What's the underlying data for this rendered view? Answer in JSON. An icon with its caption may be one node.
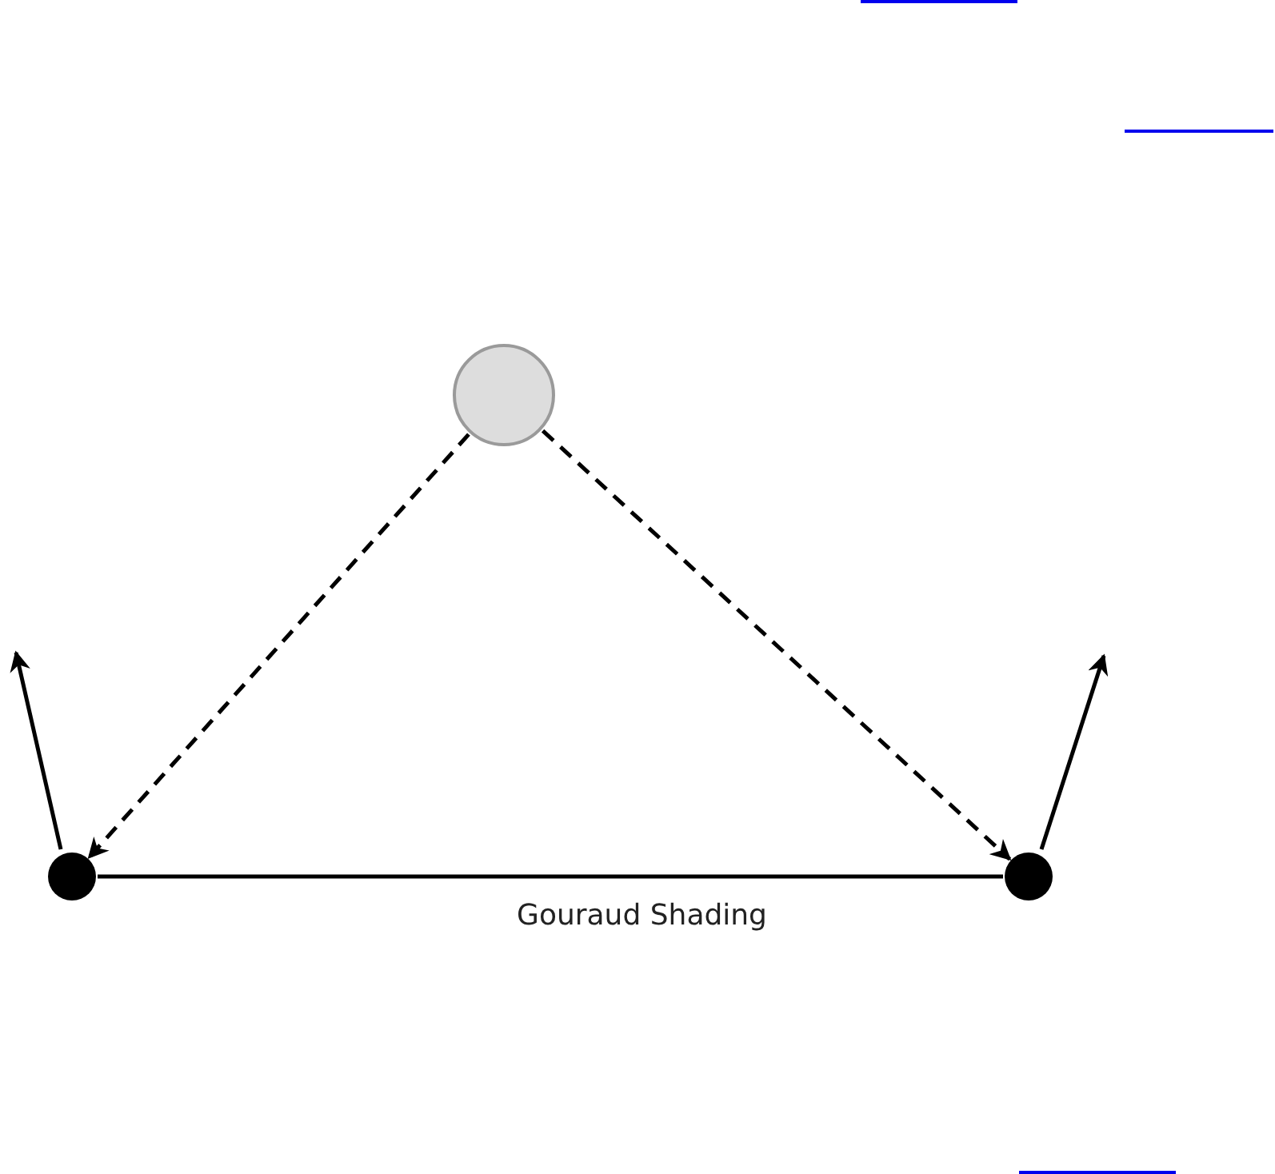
{
  "diagram": {
    "nodes": [
      {
        "text": [],
        "shape": "circle"
      },
      {
        "text": [],
        "shape": "circle"
      },
      {
        "text": [],
        "shape": "circle"
      }
    ],
    "edges": [
      {
        "from": 0,
        "to": 1,
        "arrow": "to",
        "style": "dashed"
      },
      {
        "from": 0,
        "to": 2,
        "arrow": "to",
        "style": "dashed"
      },
      {
        "from": 1,
        "to": 2,
        "arrow": "none"
      }
    ],
    "labels": [
      "Gouraud Shading"
    ]
  }
}
